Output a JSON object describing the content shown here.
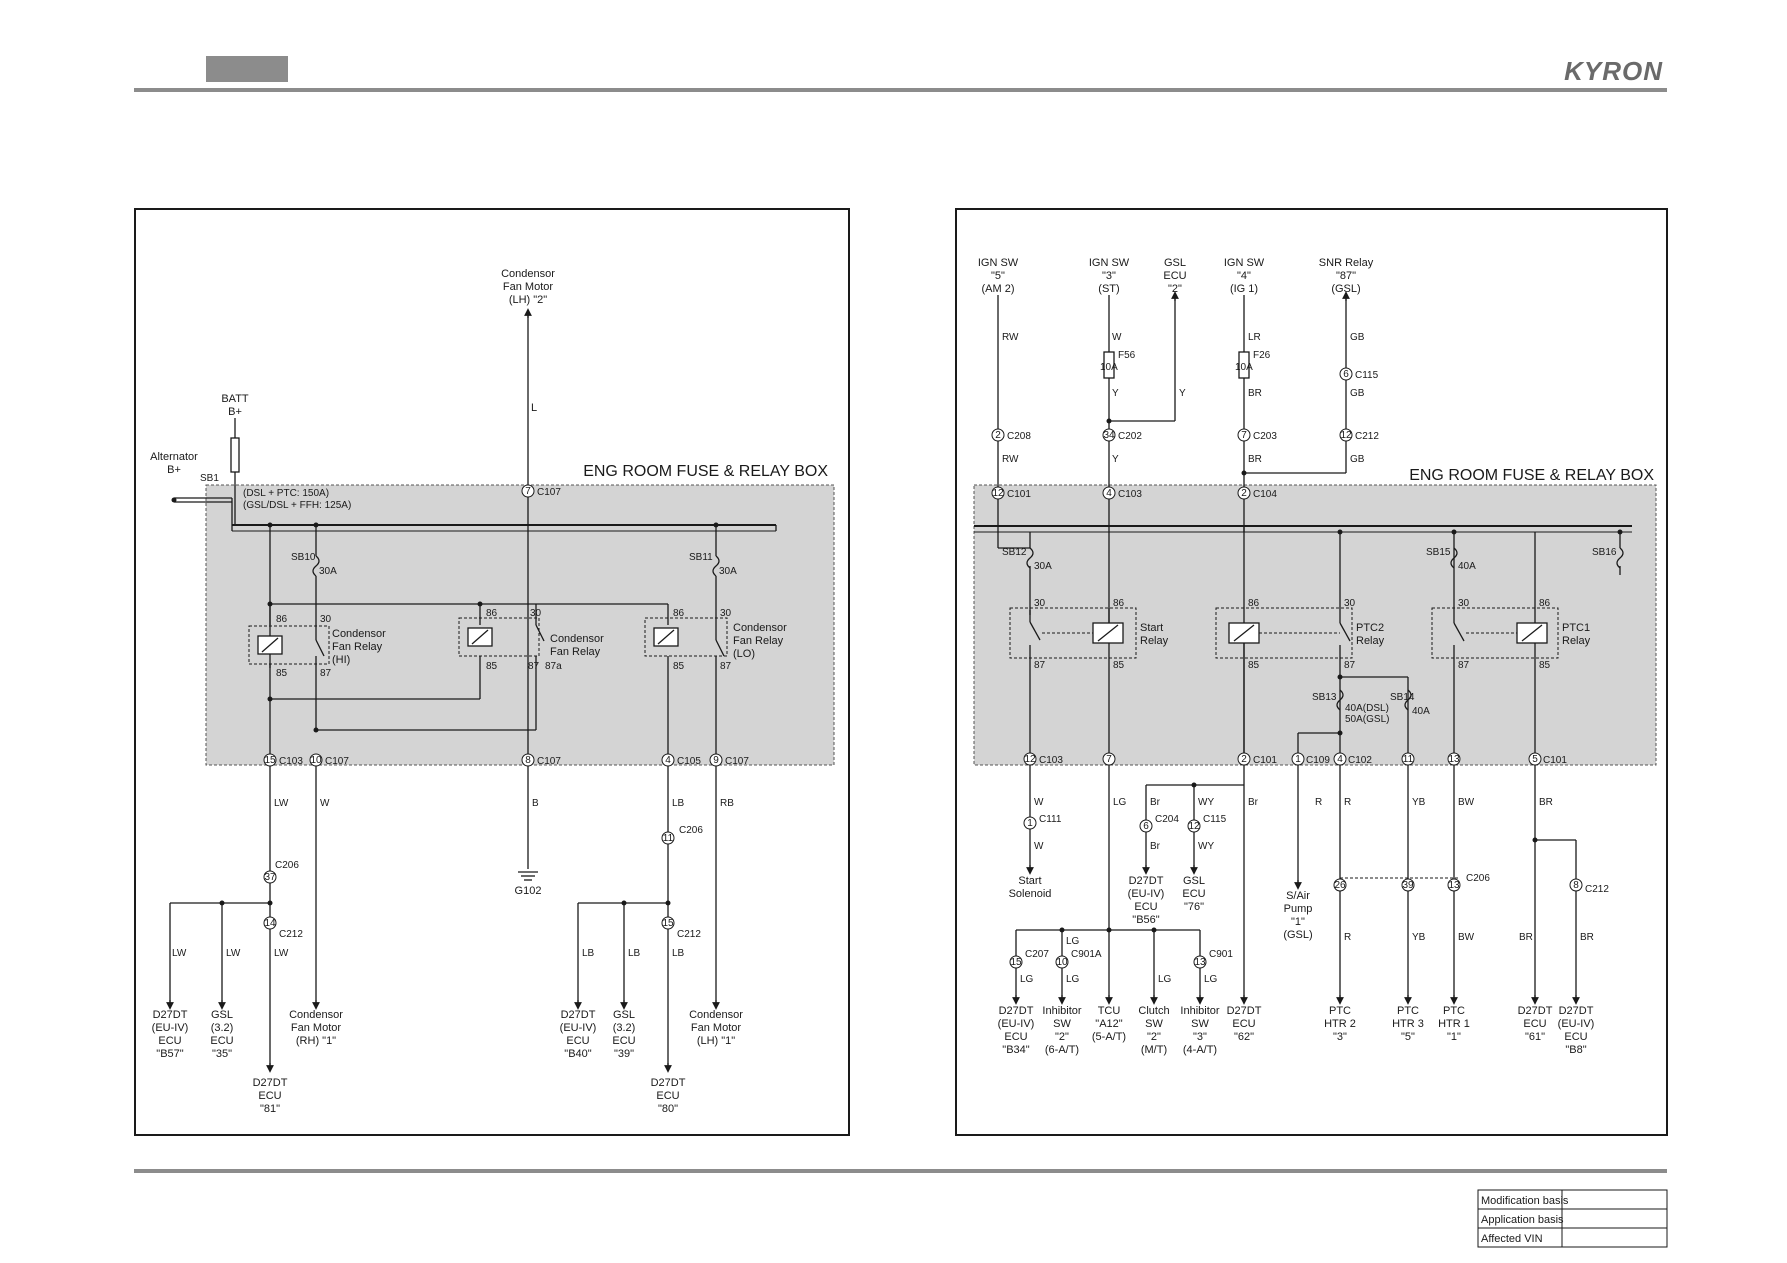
{
  "header": {
    "brand": "KYRON"
  },
  "footer_table": {
    "rows": [
      "Modification basis",
      "Application basis",
      "Affected VIN"
    ]
  },
  "left": {
    "box_title": "ENG ROOM FUSE & RELAY BOX",
    "batt": [
      "BATT",
      "B+"
    ],
    "alternator": [
      "Alternator",
      "B+"
    ],
    "sb1": "SB1",
    "sb1_note": [
      "(DSL + PTC: 150A)",
      "(GSL/DSL + FFH: 125A)"
    ],
    "top_motor": [
      "Condensor",
      "Fan Motor",
      "(LH) \"2\""
    ],
    "wire_L": "L",
    "c107_top": "C107",
    "sb10": "SB10",
    "sb10_amp": "30A",
    "sb11": "SB11",
    "sb11_amp": "30A",
    "relay_hi": [
      "Condensor",
      "Fan Relay",
      "(HI)"
    ],
    "relay_mid": [
      "Condensor",
      "Fan Relay"
    ],
    "relay_lo": [
      "Condensor",
      "Fan Relay",
      "(LO)"
    ],
    "pins": [
      "86",
      "30",
      "85",
      "87",
      "87a"
    ],
    "conn_bottom": [
      {
        "pin": "15",
        "name": "C103"
      },
      {
        "pin": "10",
        "name": "C107"
      },
      {
        "pin": "8",
        "name": "C107"
      },
      {
        "pin": "4",
        "name": "C105"
      },
      {
        "pin": "9",
        "name": "C107"
      }
    ],
    "wires": {
      "lw": "LW",
      "w": "W",
      "b": "B",
      "lb": "LB",
      "rb": "RB"
    },
    "c206_a": {
      "pin": "37",
      "name": "C206"
    },
    "c212_a": {
      "pin": "14",
      "name": "C212"
    },
    "c206_b": {
      "pin": "11",
      "name": "C206"
    },
    "c212_b": {
      "pin": "15",
      "name": "C212"
    },
    "ground": "G102",
    "dest": [
      [
        "D27DT",
        "(EU-IV)",
        "ECU",
        "\"B57\""
      ],
      [
        "GSL",
        "(3.2)",
        "ECU",
        "\"35\""
      ],
      [
        "Condensor",
        "Fan Motor",
        "(RH) \"1\""
      ],
      [
        "D27DT",
        "ECU",
        "\"81\""
      ],
      [
        "D27DT",
        "(EU-IV)",
        "ECU",
        "\"B40\""
      ],
      [
        "GSL",
        "(3.2)",
        "ECU",
        "\"39\""
      ],
      [
        "Condensor",
        "Fan Motor",
        "(LH) \"1\""
      ],
      [
        "D27DT",
        "ECU",
        "\"80\""
      ]
    ]
  },
  "right": {
    "box_title": "ENG ROOM FUSE & RELAY BOX",
    "sources": [
      [
        "IGN SW",
        "\"5\"",
        "(AM 2)"
      ],
      [
        "IGN SW",
        "\"3\"",
        "(ST)"
      ],
      [
        "GSL",
        "ECU",
        "\"2\""
      ],
      [
        "IGN SW",
        "\"4\"",
        "(IG 1)"
      ],
      [
        "SNR Relay",
        "\"87\"",
        "(GSL)"
      ]
    ],
    "wires_top": {
      "rw": "RW",
      "w": "W",
      "y": "Y",
      "lr": "LR",
      "br": "BR",
      "gb": "GB"
    },
    "fuses": [
      {
        "name": "F56",
        "amp": "10A"
      },
      {
        "name": "F26",
        "amp": "10A"
      }
    ],
    "conn_mid": [
      {
        "pin": "2",
        "name": "C208"
      },
      {
        "pin": "34",
        "name": "C202"
      },
      {
        "pin": "7",
        "name": "C203"
      },
      {
        "pin": "12",
        "name": "C212"
      },
      {
        "pin": "6",
        "name": "C115"
      }
    ],
    "conn_box_top": [
      {
        "pin": "12",
        "name": "C101"
      },
      {
        "pin": "4",
        "name": "C103"
      },
      {
        "pin": "2",
        "name": "C104"
      }
    ],
    "sb12": "SB12",
    "sb12_amp": "30A",
    "sb15": "SB15",
    "sb15_amp": "40A",
    "sb16": "SB16",
    "sb13": "SB13",
    "sb13_amp": [
      "40A(DSL)",
      "50A(GSL)"
    ],
    "sb14": "SB14",
    "sb14_amp": "40A",
    "relays": [
      [
        "Start",
        "Relay"
      ],
      [
        "PTC2",
        "Relay"
      ],
      [
        "PTC1",
        "Relay"
      ]
    ],
    "pins": [
      "30",
      "86",
      "87",
      "85"
    ],
    "conn_box_bottom": [
      {
        "pin": "12",
        "name": "C103"
      },
      {
        "pin": "7",
        "name": ""
      },
      {
        "pin": "2",
        "name": "C101"
      },
      {
        "pin": "1",
        "name": "C109"
      },
      {
        "pin": "4",
        "name": "C102"
      },
      {
        "pin": "11",
        "name": ""
      },
      {
        "pin": "13",
        "name": ""
      },
      {
        "pin": "5",
        "name": "C101"
      }
    ],
    "wires_bottom": {
      "w": "W",
      "lg": "LG",
      "br_l": "Br",
      "wy": "WY",
      "br": "Br",
      "r": "R",
      "yb": "YB",
      "bw": "BW",
      "brc": "BR"
    },
    "c111": {
      "pin": "1",
      "name": "C111"
    },
    "c204": {
      "pin": "6",
      "name": "C204"
    },
    "c115b": {
      "pin": "12",
      "name": "C115"
    },
    "c206": {
      "pins": [
        "26",
        "39",
        "13"
      ],
      "name": "C206"
    },
    "c212b": {
      "pin": "8",
      "name": "C212"
    },
    "c207": {
      "pin": "15",
      "name": "C207"
    },
    "c901a": {
      "pin": "10",
      "name": "C901A"
    },
    "c901": {
      "pin": "13",
      "name": "C901"
    },
    "dest": [
      [
        "Start",
        "Solenoid"
      ],
      [
        "D27DT",
        "(EU-IV)",
        "ECU",
        "\"B56\""
      ],
      [
        "GSL",
        "ECU",
        "\"76\""
      ],
      [
        "S/Air",
        "Pump",
        "\"1\"",
        "(GSL)"
      ],
      [
        "D27DT",
        "(EU-IV)",
        "ECU",
        "\"B34\""
      ],
      [
        "Inhibitor",
        "SW",
        "\"2\"",
        "(6-A/T)"
      ],
      [
        "TCU",
        "\"A12\"",
        "(5-A/T)"
      ],
      [
        "Clutch",
        "SW",
        "\"2\"",
        "(M/T)"
      ],
      [
        "Inhibitor",
        "SW",
        "\"3\"",
        "(4-A/T)"
      ],
      [
        "D27DT",
        "ECU",
        "\"62\""
      ],
      [
        "PTC",
        "HTR 2",
        "\"3\""
      ],
      [
        "PTC",
        "HTR 3",
        "\"5\""
      ],
      [
        "PTC",
        "HTR 1",
        "\"1\""
      ],
      [
        "D27DT",
        "ECU",
        "\"61\""
      ],
      [
        "D27DT",
        "(EU-IV)",
        "ECU",
        "\"B8\""
      ]
    ]
  }
}
